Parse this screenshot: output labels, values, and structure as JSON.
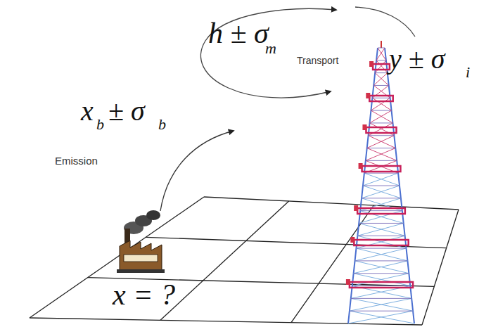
{
  "diagram": {
    "labels": [
      "h ± σ",
      "m",
      "Transport",
      "y ± σ",
      "i",
      "x",
      "b",
      "± σ",
      "b",
      "Emission",
      "x = ?"
    ]
  }
}
